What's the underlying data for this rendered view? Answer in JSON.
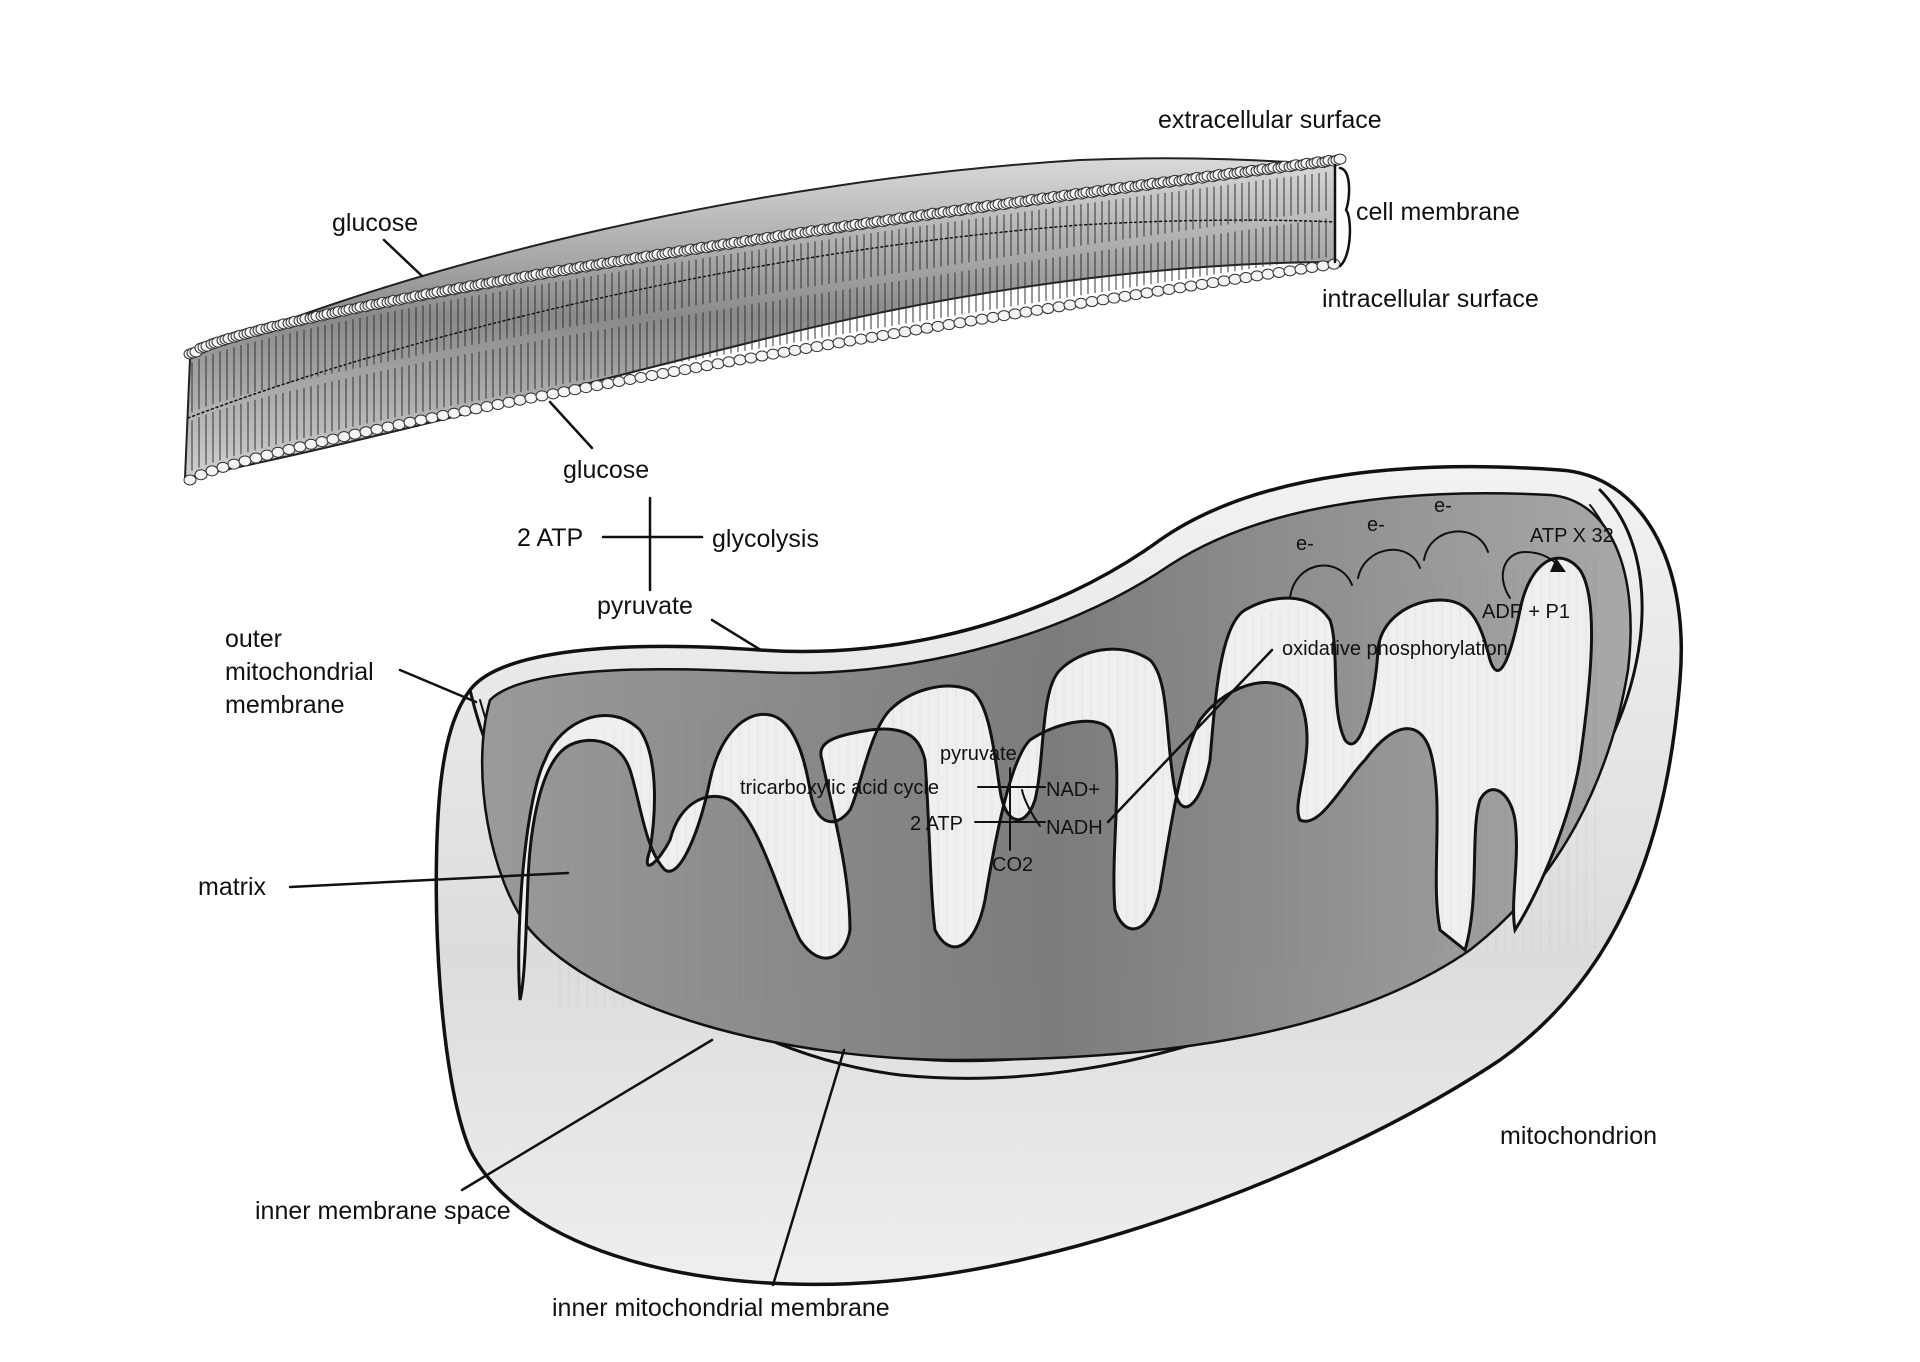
{
  "cell_membrane": {
    "extracellular_surface": "extracellular surface",
    "cell_membrane": "cell membrane",
    "intracellular_surface": "intracellular surface",
    "glucose_outside": "glucose",
    "glucose_inside": "glucose"
  },
  "glycolysis": {
    "atp": "2 ATP",
    "glycolysis": "glycolysis",
    "pyruvate": "pyruvate"
  },
  "mitochondrion": {
    "outer_membrane_line1": "outer",
    "outer_membrane_line2": "mitochondrial",
    "outer_membrane_line3": "membrane",
    "matrix": "matrix",
    "inner_membrane_space": "inner membrane space",
    "inner_mitochondrial_membrane": "inner mitochondrial membrane",
    "mitochondrion": "mitochondrion"
  },
  "tca_cycle": {
    "pyruvate": "pyruvate",
    "tricarboxylic_acid_cycle": "tricarboxylic acid cycle",
    "nad_plus": "NAD+",
    "atp": "2 ATP",
    "nadh": "NADH",
    "co2": "CO2"
  },
  "oxidative_phosphorylation": {
    "label": "oxidative phosphorylation",
    "electron_1": "e-",
    "electron_2": "e-",
    "electron_3": "e-",
    "atp_x32": "ATP X 32",
    "adp_pi": "ADP + P1"
  }
}
